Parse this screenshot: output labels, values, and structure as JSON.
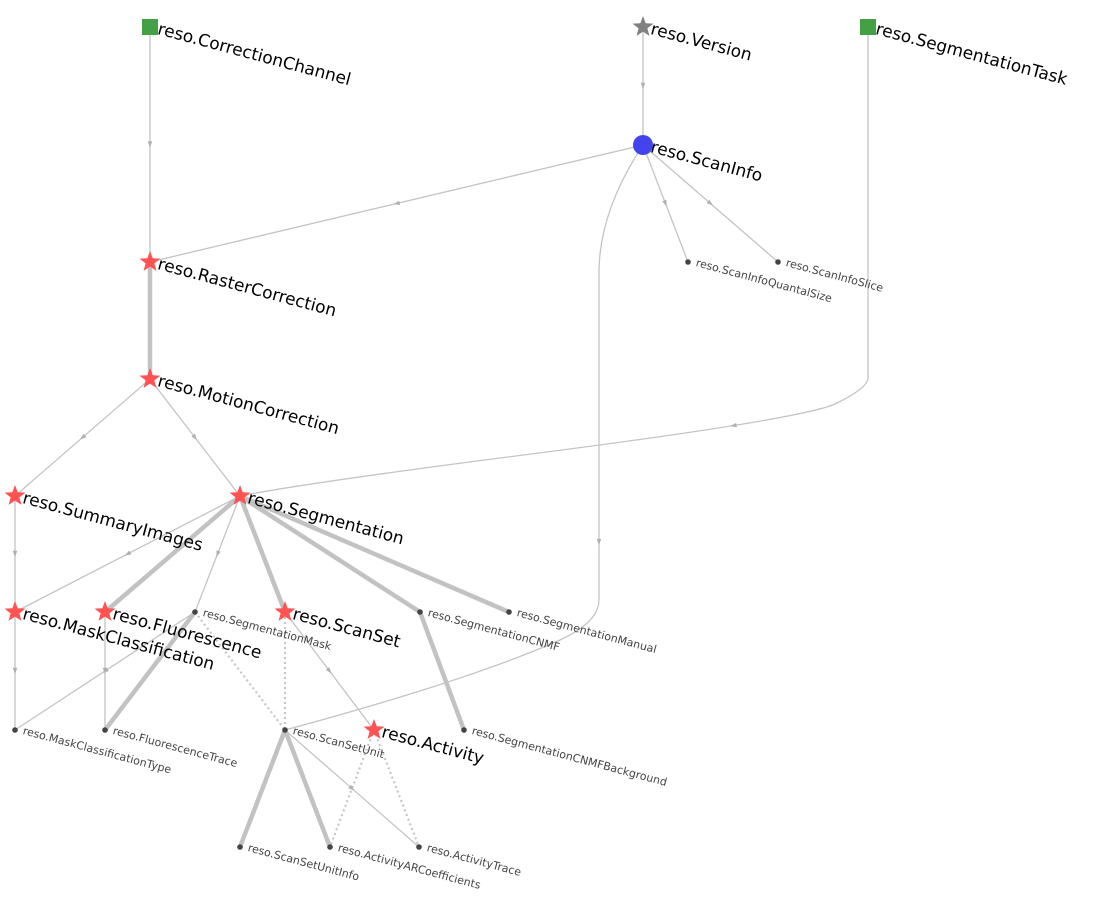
{
  "colors": {
    "manual": "#ff5252",
    "lookup": "#808080",
    "computed": "#4444ee",
    "part": "#444444",
    "external": "#44a044",
    "edge": "#c4c4c4"
  },
  "nodes": [
    {
      "id": "correctionchannel",
      "label": "reso.CorrectionChannel",
      "shape": "square-icon",
      "color": "#44a044"
    },
    {
      "id": "version",
      "label": "reso.Version",
      "shape": "star-icon",
      "color": "#808080"
    },
    {
      "id": "segmentationtask",
      "label": "reso.SegmentationTask",
      "shape": "square-icon",
      "color": "#44a044"
    },
    {
      "id": "scaninfo",
      "label": "reso.ScanInfo",
      "shape": "circle-icon",
      "color": "#4444ee"
    },
    {
      "id": "scaninfoquantalsize",
      "label": "reso.ScanInfoQuantalSize",
      "shape": "dot-icon",
      "color": "#444444"
    },
    {
      "id": "scaninfoslice",
      "label": "reso.ScanInfoSlice",
      "shape": "dot-icon",
      "color": "#444444"
    },
    {
      "id": "rastercorrection",
      "label": "reso.RasterCorrection",
      "shape": "star-icon",
      "color": "#ff5252"
    },
    {
      "id": "motioncorrection",
      "label": "reso.MotionCorrection",
      "shape": "star-icon",
      "color": "#ff5252"
    },
    {
      "id": "summaryimages",
      "label": "reso.SummaryImages",
      "shape": "star-icon",
      "color": "#ff5252"
    },
    {
      "id": "segmentation",
      "label": "reso.Segmentation",
      "shape": "star-icon",
      "color": "#ff5252"
    },
    {
      "id": "maskclassification",
      "label": "reso.MaskClassification",
      "shape": "star-icon",
      "color": "#ff5252"
    },
    {
      "id": "fluorescence",
      "label": "reso.Fluorescence",
      "shape": "star-icon",
      "color": "#ff5252"
    },
    {
      "id": "segmentationmask",
      "label": "reso.SegmentationMask",
      "shape": "dot-icon",
      "color": "#444444"
    },
    {
      "id": "scanset",
      "label": "reso.ScanSet",
      "shape": "star-icon",
      "color": "#ff5252"
    },
    {
      "id": "segmentationcnmf",
      "label": "reso.SegmentationCNMF",
      "shape": "dot-icon",
      "color": "#444444"
    },
    {
      "id": "segmentationmanual",
      "label": "reso.SegmentationManual",
      "shape": "dot-icon",
      "color": "#444444"
    },
    {
      "id": "maskclassificationtype",
      "label": "reso.MaskClassificationType",
      "shape": "dot-icon",
      "color": "#444444"
    },
    {
      "id": "fluorescencetrace",
      "label": "reso.FluorescenceTrace",
      "shape": "dot-icon",
      "color": "#444444"
    },
    {
      "id": "scansetunit",
      "label": "reso.ScanSetUnit",
      "shape": "dot-icon",
      "color": "#444444"
    },
    {
      "id": "activity",
      "label": "reso.Activity",
      "shape": "star-icon",
      "color": "#ff5252"
    },
    {
      "id": "segmentationcnmfbackground",
      "label": "reso.SegmentationCNMFBackground",
      "shape": "dot-icon",
      "color": "#444444"
    },
    {
      "id": "scansetunitinfo",
      "label": "reso.ScanSetUnitInfo",
      "shape": "dot-icon",
      "color": "#444444"
    },
    {
      "id": "activityarcoefficients",
      "label": "reso.ActivityARCoefficients",
      "shape": "dot-icon",
      "color": "#444444"
    },
    {
      "id": "activitytrace",
      "label": "reso.ActivityTrace",
      "shape": "dot-icon",
      "color": "#444444"
    }
  ],
  "edges": [
    {
      "from": "correctionchannel",
      "to": "rastercorrection",
      "style": "thin"
    },
    {
      "from": "version",
      "to": "scaninfo",
      "style": "thin"
    },
    {
      "from": "scaninfo",
      "to": "rastercorrection",
      "style": "thin"
    },
    {
      "from": "scaninfo",
      "to": "scaninfoquantalsize",
      "style": "thin"
    },
    {
      "from": "scaninfo",
      "to": "scaninfoslice",
      "style": "thin"
    },
    {
      "from": "scaninfo",
      "to": "scansetunit",
      "style": "thin"
    },
    {
      "from": "segmentationtask",
      "to": "segmentation",
      "style": "thin"
    },
    {
      "from": "rastercorrection",
      "to": "motioncorrection",
      "style": "thick"
    },
    {
      "from": "motioncorrection",
      "to": "summaryimages",
      "style": "thin"
    },
    {
      "from": "motioncorrection",
      "to": "segmentation",
      "style": "thin"
    },
    {
      "from": "summaryimages",
      "to": "maskclassification",
      "style": "thin"
    },
    {
      "from": "segmentation",
      "to": "maskclassification",
      "style": "thin"
    },
    {
      "from": "segmentation",
      "to": "fluorescence",
      "style": "thick"
    },
    {
      "from": "segmentation",
      "to": "segmentationmask",
      "style": "thin"
    },
    {
      "from": "segmentation",
      "to": "scanset",
      "style": "thick"
    },
    {
      "from": "segmentation",
      "to": "segmentationcnmf",
      "style": "thick"
    },
    {
      "from": "segmentation",
      "to": "segmentationmanual",
      "style": "thick"
    },
    {
      "from": "segmentationcnmf",
      "to": "segmentationcnmfbackground",
      "style": "thick"
    },
    {
      "from": "maskclassification",
      "to": "maskclassificationtype",
      "style": "thin"
    },
    {
      "from": "segmentationmask",
      "to": "maskclassificationtype",
      "style": "thin"
    },
    {
      "from": "fluorescence",
      "to": "fluorescencetrace",
      "style": "thin"
    },
    {
      "from": "segmentationmask",
      "to": "fluorescencetrace",
      "style": "thick"
    },
    {
      "from": "segmentationmask",
      "to": "scansetunit",
      "style": "dotted"
    },
    {
      "from": "scanset",
      "to": "scansetunit",
      "style": "dotted"
    },
    {
      "from": "scanset",
      "to": "activity",
      "style": "thin"
    },
    {
      "from": "scansetunit",
      "to": "scansetunitinfo",
      "style": "thick"
    },
    {
      "from": "scansetunit",
      "to": "activityarcoefficients",
      "style": "thick"
    },
    {
      "from": "scansetunit",
      "to": "activitytrace",
      "style": "thin"
    },
    {
      "from": "activity",
      "to": "activityarcoefficients",
      "style": "dotted"
    },
    {
      "from": "activity",
      "to": "activitytrace",
      "style": "dotted"
    }
  ]
}
